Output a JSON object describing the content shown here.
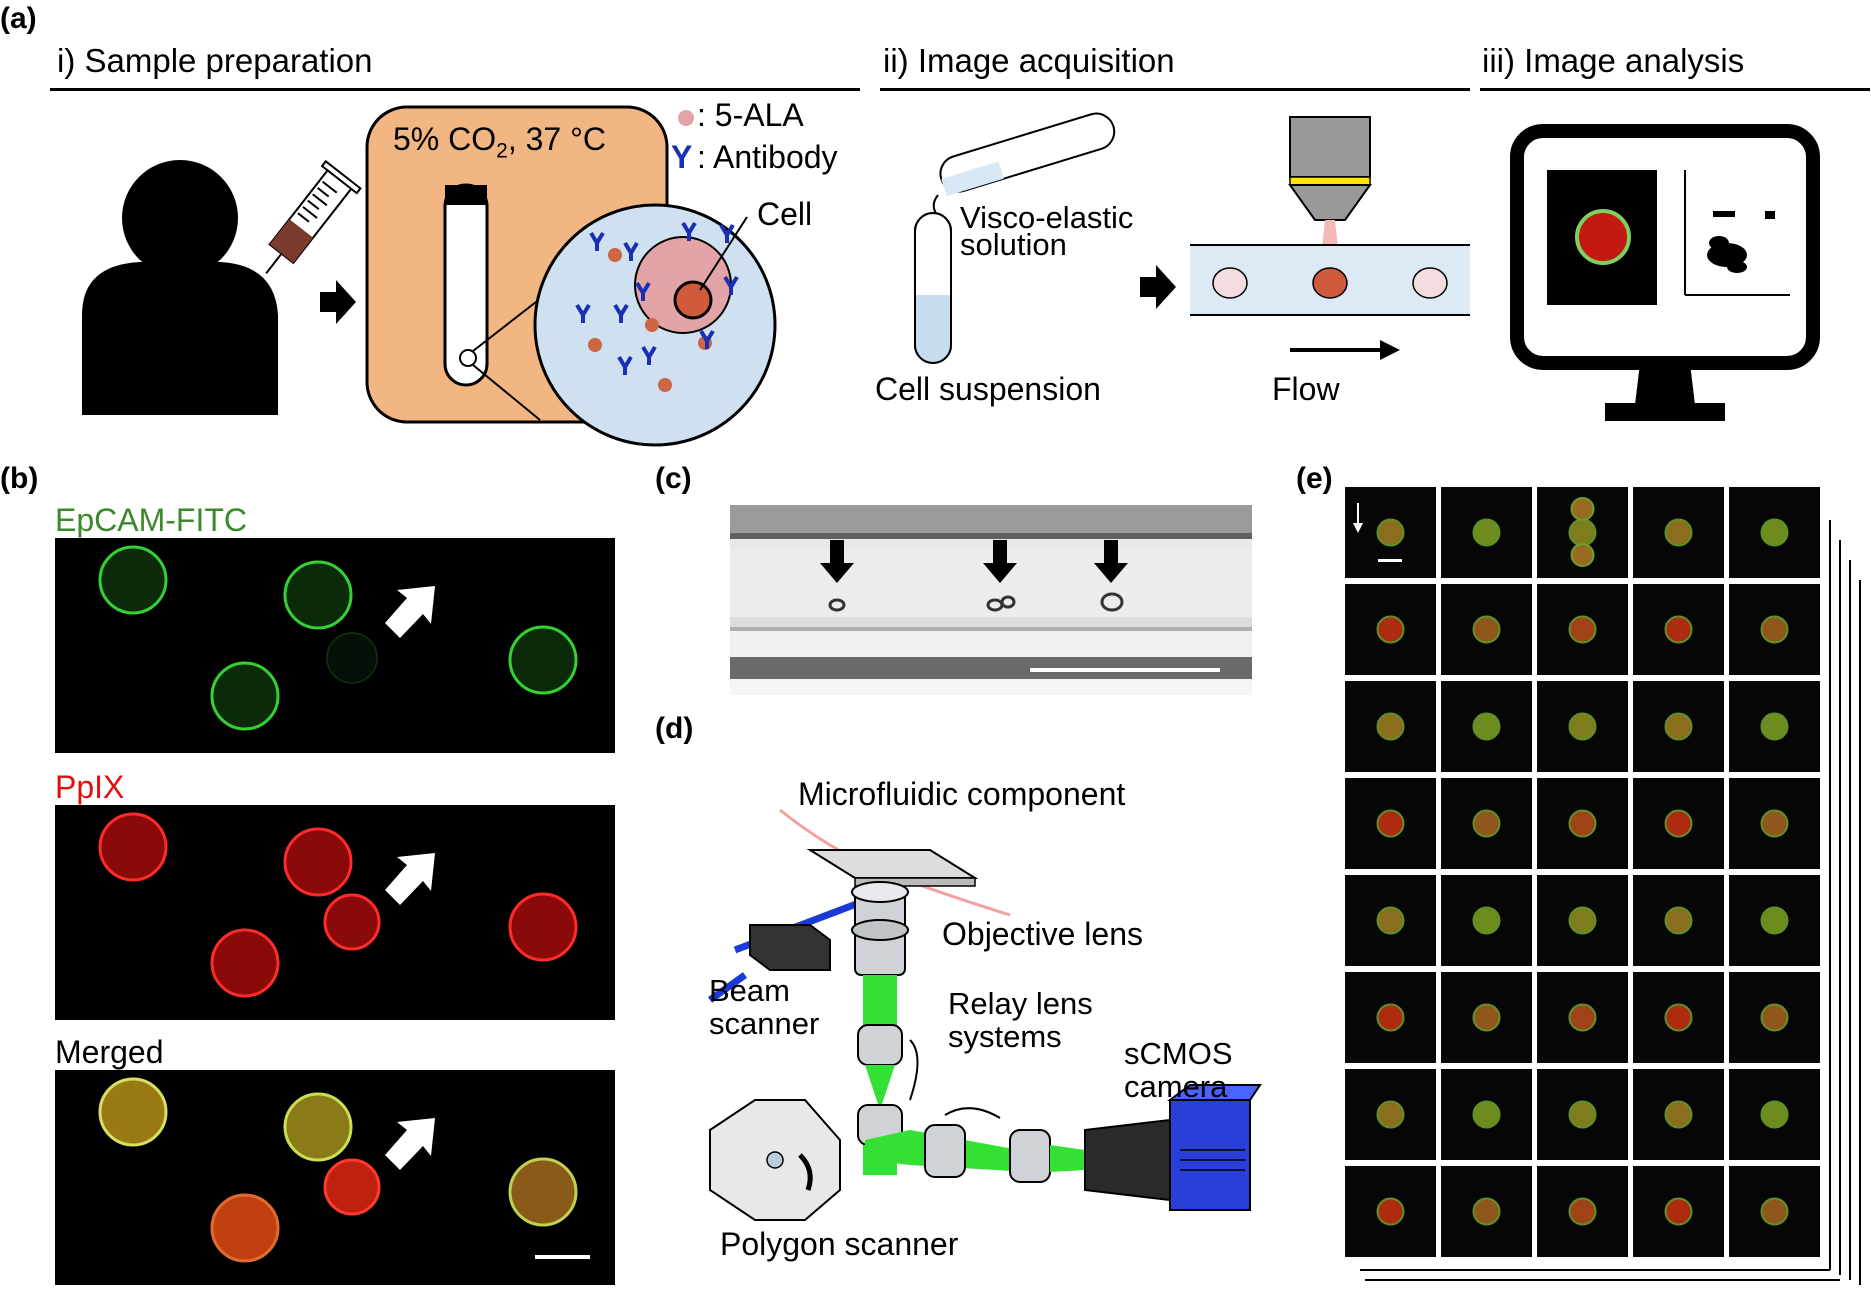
{
  "panel_a": {
    "letter": "(a)",
    "sections": {
      "prep": "i) Sample preparation",
      "acq": "ii) Image acquisition",
      "ana": "iii) Image analysis"
    },
    "incubator_label": "5% CO",
    "incubator_sub": "2",
    "incubator_temp": ", 37 °C",
    "legend_ala": ": 5-ALA",
    "legend_antibody_symbol": "Y",
    "legend_antibody": ": Antibody",
    "cell_label": "Cell",
    "visco_line1": "Visco-elastic",
    "visco_line2": "solution",
    "cell_suspension": "Cell suspension",
    "flow": "Flow"
  },
  "panel_b": {
    "letter": "(b)",
    "channels": [
      "EpCAM-FITC",
      "PpIX",
      "Merged"
    ],
    "colors": {
      "fitc": "#3a8a2a",
      "ppix": "#e01010",
      "merged": "#000000"
    }
  },
  "panel_c": {
    "letter": "(c)"
  },
  "panel_d": {
    "letter": "(d)",
    "microfluidic": "Microfluidic component",
    "objective": "Objective lens",
    "beam1": "Beam",
    "beam2": "scanner",
    "relay1": "Relay lens",
    "relay2": "systems",
    "scmos1": "sCMOS",
    "scmos2": "camera",
    "polygon": "Polygon scanner"
  },
  "panel_e": {
    "letter": "(e)"
  }
}
